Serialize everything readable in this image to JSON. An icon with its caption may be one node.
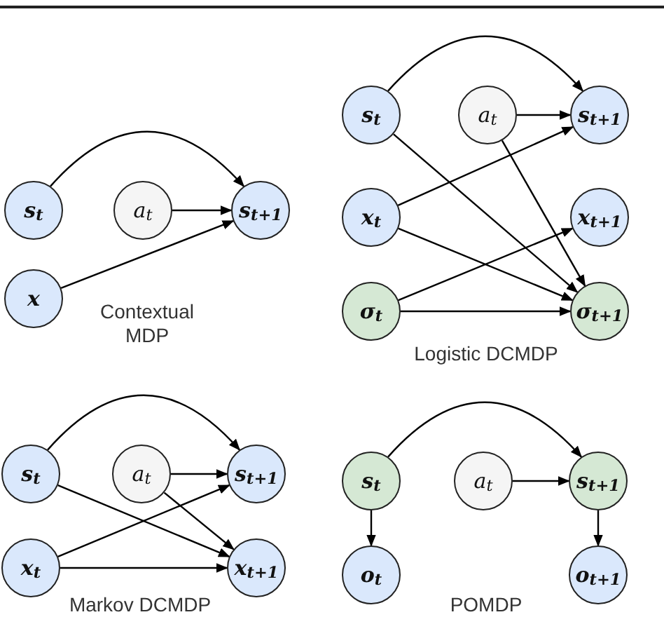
{
  "diagram": {
    "nodes": [
      {
        "text": [
          "s$_{t}$"
        ]
      },
      {
        "text": [
          "a$_{t}$"
        ]
      },
      {
        "text": [
          "s$_{t+1}$"
        ]
      },
      {
        "text": [
          "x"
        ]
      },
      {
        "text": [
          "s$_{t}$"
        ]
      },
      {
        "text": [
          "a$_{t}$"
        ]
      },
      {
        "text": [
          "s$_{t+1}$"
        ]
      },
      {
        "text": [
          "x$_{t}$"
        ]
      },
      {
        "text": [
          "x$_{t+1}$"
        ]
      },
      {
        "text": [
          "σ$_{t}$"
        ]
      },
      {
        "text": [
          "σ$_{t+1}$"
        ]
      },
      {
        "text": [
          "s$_{t}$"
        ]
      },
      {
        "text": [
          "a$_{t}$"
        ]
      },
      {
        "text": [
          "s$_{t+1}$"
        ]
      },
      {
        "text": [
          "x$_{t}$"
        ]
      },
      {
        "text": [
          "x$_{t+1}$"
        ]
      },
      {
        "text": [
          "s$_{t}$"
        ]
      },
      {
        "text": [
          "a$_{t}$"
        ]
      },
      {
        "text": [
          "s$_{t+1}$"
        ]
      },
      {
        "text": [
          "o$_{t}$"
        ]
      },
      {
        "text": [
          "o$_{t+1}$"
        ]
      }
    ],
    "edges": [
      {
        "from": 0,
        "to": 2,
        "arrow": "to"
      },
      {
        "from": 1,
        "to": 2,
        "arrow": "to"
      },
      {
        "from": 3,
        "to": 2,
        "arrow": "to"
      },
      {
        "from": 4,
        "to": 6,
        "arrow": "to"
      },
      {
        "from": 5,
        "to": 6,
        "arrow": "to"
      },
      {
        "from": 7,
        "to": 6,
        "arrow": "to"
      },
      {
        "from": 4,
        "to": 10,
        "arrow": "to"
      },
      {
        "from": 5,
        "to": 10,
        "arrow": "to"
      },
      {
        "from": 7,
        "to": 10,
        "arrow": "to"
      },
      {
        "from": 9,
        "to": 8,
        "arrow": "to"
      },
      {
        "from": 9,
        "to": 10,
        "arrow": "to"
      },
      {
        "from": 11,
        "to": 13,
        "arrow": "to"
      },
      {
        "from": 12,
        "to": 13,
        "arrow": "to"
      },
      {
        "from": 11,
        "to": 15,
        "arrow": "to"
      },
      {
        "from": 12,
        "to": 15,
        "arrow": "to"
      },
      {
        "from": 14,
        "to": 13,
        "arrow": "to"
      },
      {
        "from": 14,
        "to": 15,
        "arrow": "to"
      },
      {
        "from": 16,
        "to": 18,
        "arrow": "to"
      },
      {
        "from": 17,
        "to": 18,
        "arrow": "to"
      },
      {
        "from": 16,
        "to": 19,
        "arrow": "to"
      },
      {
        "from": 18,
        "to": 20,
        "arrow": "to"
      }
    ],
    "labels": [
      "Contextual MDP",
      "Logistic DCMDP",
      "Markov DCMDP",
      "POMDP"
    ]
  }
}
